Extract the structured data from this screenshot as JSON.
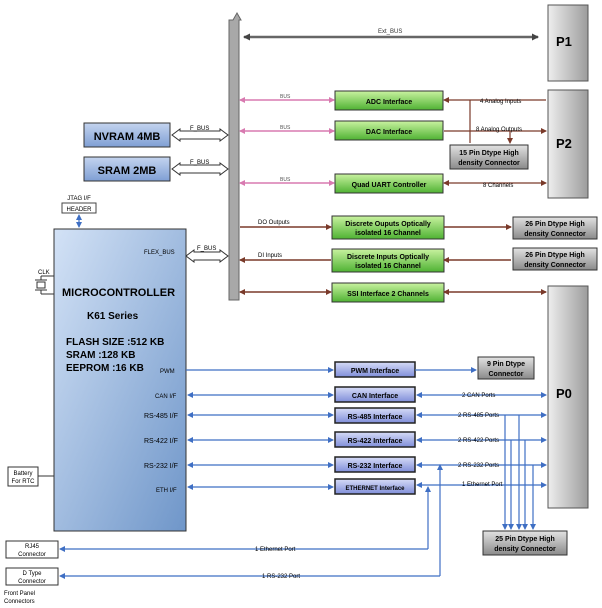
{
  "bus": {
    "ext_bus": "Ext_BUS",
    "bus1": "BUS",
    "bus2": "BUS",
    "bus3": "BUS",
    "f_bus_nvram": "F_BUS",
    "f_bus_sram": "F_BUS",
    "f_bus_flex": "F_BUS",
    "flex_bus": "FLEX_BUS"
  },
  "memory": {
    "nvram": "NVRAM 4MB",
    "sram": "SRAM   2MB"
  },
  "interfaces": {
    "adc": "ADC  Interface",
    "dac": "DAC Interface",
    "uart": "Quad UART Controller",
    "do1": "Discrete Ouputs Optically",
    "do2": "isolated  16 Channel",
    "di1": "Discrete Inputs Optically",
    "di2": "isolated  16 Channel",
    "ssi": "SSI Interface 2 Channels",
    "pwm": "PWM Interface",
    "can": "CAN Interface",
    "rs485": "RS-485 Interface",
    "rs422": "RS-422 Interface",
    "rs232": "RS-232 Interface",
    "eth": "ETHERNET Interface"
  },
  "connectors": {
    "p1": "P1",
    "p2": "P2",
    "p0": "P0",
    "c15_1": "15 Pin Dtype High",
    "c15_2": "density Connector",
    "c26a_1": "26 Pin Dtype High",
    "c26a_2": "density Connector",
    "c26b_1": "26 Pin Dtype High",
    "c26b_2": "density Connector",
    "c9_1": "9 Pin Dtype",
    "c9_2": "Connector",
    "c25_1": "25 Pin Dtype High",
    "c25_2": "density Connector"
  },
  "mcu": {
    "title": "MICROCONTROLLER",
    "series": "K61 Series",
    "flash": "FLASH SIZE  :512 KB",
    "sram": "SRAM         :128 KB",
    "eeprom": "EEPROM     :16 KB",
    "pwm": "PWM",
    "can": "CAN I/F",
    "rs485": "RS-485 I/F",
    "rs422": "RS-422 I/F",
    "rs232": "RS-232 I/F",
    "eth": "ETH I/F",
    "clk": "CLK"
  },
  "jtag": {
    "line1": "JTAG I/F",
    "line2": "HEADER"
  },
  "battery": {
    "line1": "Battery",
    "line2": "For RTC"
  },
  "front": {
    "rj45_1": "RJ45",
    "rj45_2": "Connector",
    "dtype_1": "D Type",
    "dtype_2": "Connector",
    "label1": "Front Panel",
    "label2": "Connectors"
  },
  "signals": {
    "do": "DO Outputs",
    "di": "DI Inputs",
    "analog_in": "4 Analog Inputs",
    "analog_out": "8 Analog Outputs",
    "channels": "8 Channels",
    "can_ports": "2 CAN Ports",
    "rs485_ports": "2 RS-485 Ports",
    "rs422_ports": "2 RS-422 Ports",
    "rs232_ports": "2 RS-232 Ports",
    "eth_port": "1 Ethernet Port",
    "eth_port_front": "1 Ethernet Port",
    "rs232_front": "1 RS-232 Port"
  },
  "colors": {
    "green": "#2a9d2a",
    "blue": "#3f6fc4",
    "brown": "#7a3a2a",
    "pink": "#d87ab0",
    "mcu": "#a9c4e6"
  }
}
